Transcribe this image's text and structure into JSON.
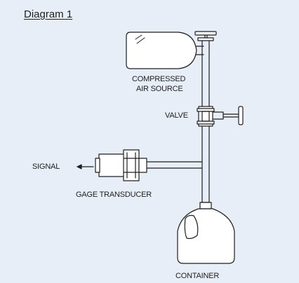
{
  "diagram": {
    "title": "Diagram 1",
    "labels": {
      "compressed_air_line1": "COMPRESSED",
      "compressed_air_line2": "AIR SOURCE",
      "valve": "VALVE",
      "signal": "SIGNAL",
      "gage_transducer": "GAGE TRANSDUCER",
      "container": "CONTAINER"
    },
    "icons": [
      "gas-cylinder-icon",
      "valve-icon",
      "transducer-icon",
      "jug-container-icon",
      "arrow-left-icon"
    ],
    "colors": {
      "background": "#e8eef8",
      "stroke": "#1e1e1e",
      "fill": "#ffffff"
    }
  }
}
